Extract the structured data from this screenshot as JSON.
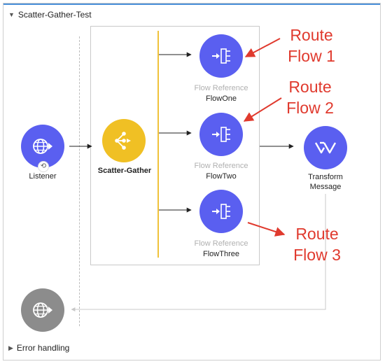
{
  "flow": {
    "name": "Scatter-Gather-Test"
  },
  "listener": {
    "label": "Listener"
  },
  "scatter_gather": {
    "label": "Scatter-Gather"
  },
  "routes": [
    {
      "type": "Flow Reference",
      "name": "FlowOne"
    },
    {
      "type": "Flow Reference",
      "name": "FlowTwo"
    },
    {
      "type": "Flow Reference",
      "name": "FlowThree"
    }
  ],
  "transform": {
    "label_line1": "Transform",
    "label_line2": "Message"
  },
  "error_handling": {
    "label": "Error handling"
  },
  "annotations": [
    {
      "line1": "Route",
      "line2": "Flow 1"
    },
    {
      "line1": "Route",
      "line2": "Flow 2"
    },
    {
      "line1": "Route",
      "line2": "Flow 3"
    }
  ],
  "colors": {
    "component_blue": "#5a5ff0",
    "scatter_yellow": "#f0c024",
    "annotation_red": "#e03a2e",
    "disabled_gray": "#8c8c8c"
  },
  "icons": {
    "listener": "globe-icon",
    "scatter_gather": "branch-icon",
    "flow_reference": "flow-reference-icon",
    "transform": "transform-icon",
    "error_source": "globe-icon"
  }
}
